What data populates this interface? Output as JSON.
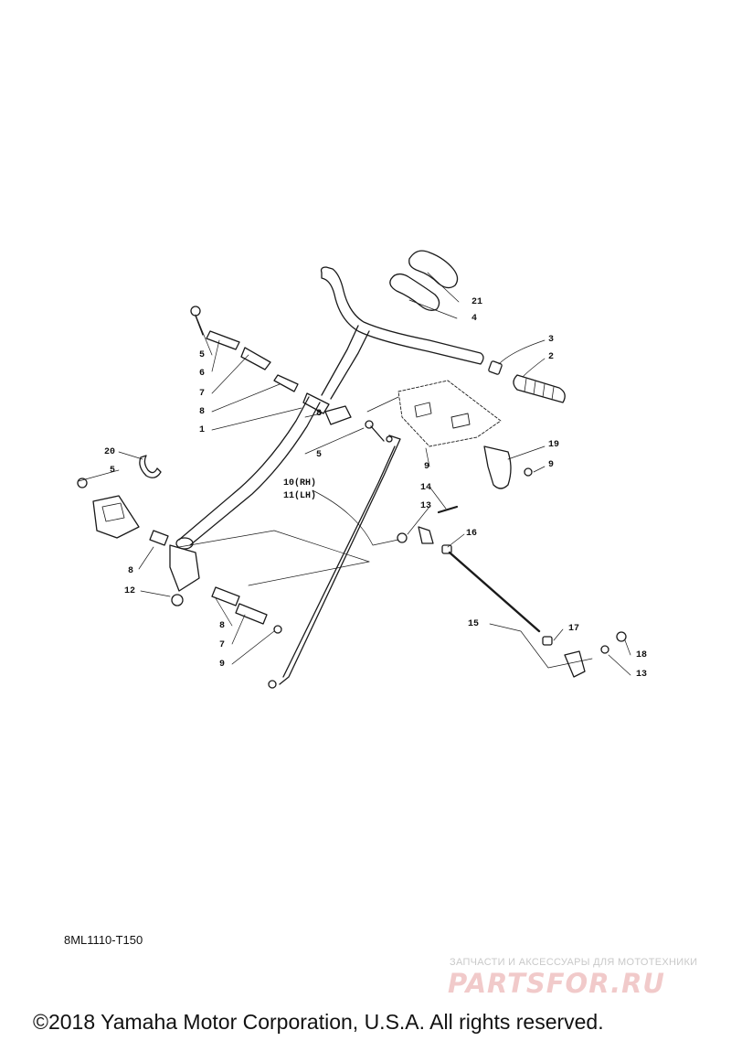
{
  "diagram": {
    "callouts": {
      "c21": "21",
      "c4": "4",
      "c3": "3",
      "c2": "2",
      "c5a": "5",
      "c6": "6",
      "c7a": "7",
      "c8a": "8",
      "c1": "1",
      "c8b": "8",
      "c5b": "5",
      "c9a": "9",
      "c19": "19",
      "c9b": "9",
      "c20": "20",
      "c5c": "5",
      "c10": "10(RH)",
      "c11": "11(LH)",
      "c14": "14",
      "c13a": "13",
      "c16": "16",
      "c8c": "8",
      "c12": "12",
      "c8d": "8",
      "c7b": "7",
      "c9c": "9",
      "c15": "15",
      "c17": "17",
      "c18": "18",
      "c13b": "13"
    },
    "drawing_code": "8ML1110-T150"
  },
  "watermark": {
    "tagline": "ЗАПЧАСТИ И АКСЕССУАРЫ ДЛЯ МОТОТЕХНИКИ",
    "logo": "PARTSFOR.RU"
  },
  "footer": {
    "copyright": "©2018 Yamaha Motor Corporation, U.S.A. All rights reserved."
  },
  "colors": {
    "line": "#1a1a1a",
    "watermark_logo": "#f1caca",
    "watermark_text": "#c9c9c9"
  }
}
